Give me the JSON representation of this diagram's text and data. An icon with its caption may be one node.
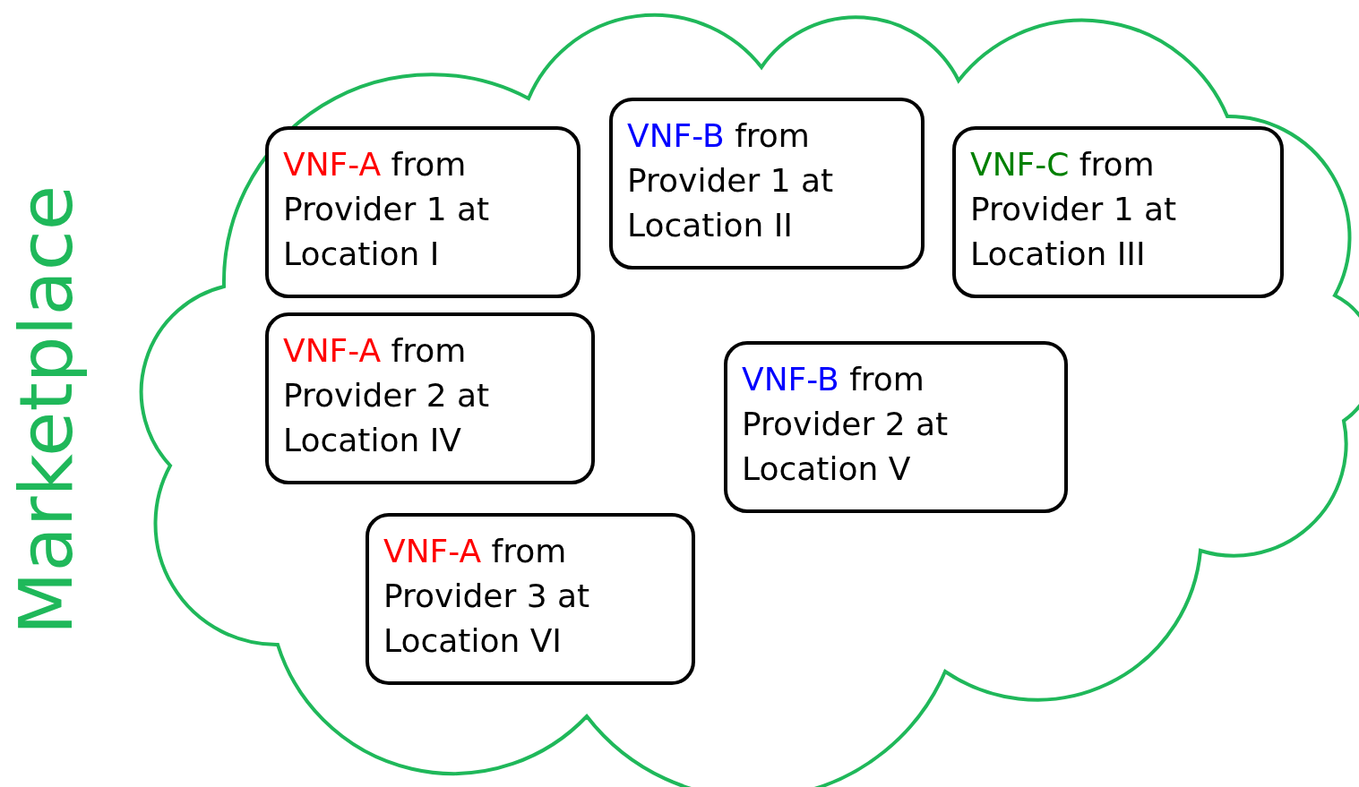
{
  "diagram": {
    "nodes": [
      {
        "text": [
          "Marketplace"
        ]
      },
      {
        "text": [
          "VNF-A",
          "from Provider 1 at Location I"
        ],
        "in": 0
      },
      {
        "text": [
          "VNF-B",
          "from Provider 1 at Location II"
        ],
        "in": 0
      },
      {
        "text": [
          "VNF-C",
          "from Provider 1 at Location III"
        ],
        "in": 0
      },
      {
        "text": [
          "VNF-A",
          "from Provider 2 at Location IV"
        ],
        "in": 0
      },
      {
        "text": [
          "VNF-B",
          "from Provider 2 at Location V"
        ],
        "in": 0
      },
      {
        "text": [
          "VNF-A",
          "from Provider 3 at Location VI"
        ],
        "in": 0
      }
    ],
    "edges": []
  }
}
